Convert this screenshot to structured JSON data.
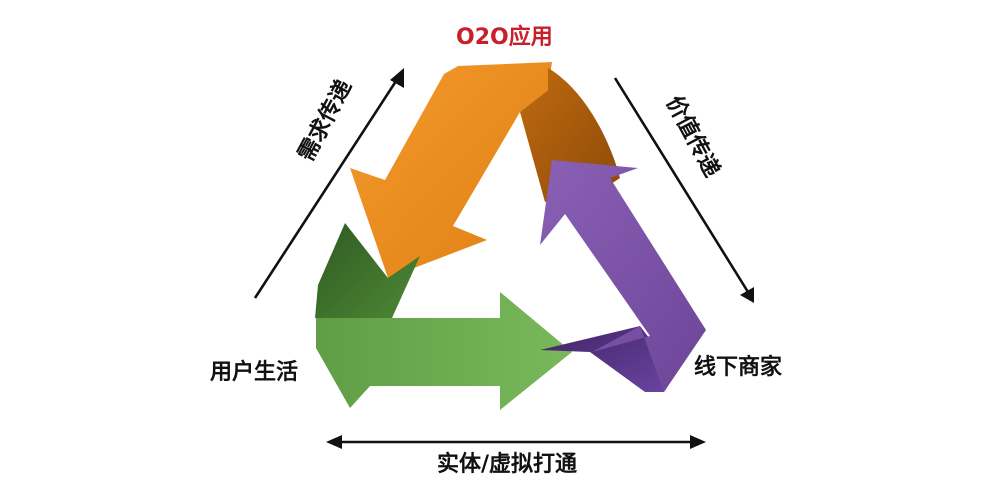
{
  "diagram": {
    "top_label": "O2O应用",
    "left_label": "用户生活",
    "right_label": "线下商家",
    "bottom_label": "实体/虚拟打通",
    "left_arrow_label": "需求传递",
    "right_arrow_label": "价值传递"
  },
  "colors": {
    "orange": "#ec8a21",
    "orange_dark": "#b8620c",
    "green": "#6aa84f",
    "green_dark": "#3c6b2a",
    "purple": "#7e53a8",
    "purple_dark": "#4b2c73",
    "title_red": "#c8202a",
    "text": "#111111"
  }
}
